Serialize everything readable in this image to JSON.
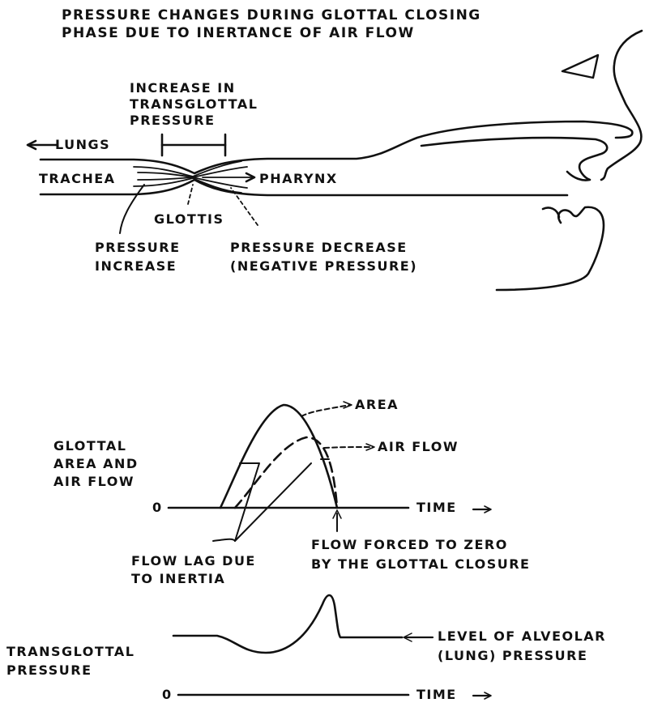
{
  "title": {
    "line1": "PRESSURE CHANGES DURING GLOTTAL CLOSING",
    "line2": "PHASE DUE TO INERTANCE OF AIR FLOW"
  },
  "airway": {
    "increase_line1": "INCREASE IN",
    "increase_line2": "TRANSGLOTTAL",
    "increase_line3": "PRESSURE",
    "lungs": "LUNGS",
    "trachea": "TRACHEA",
    "pharynx": "PHARYNX",
    "glottis": "GLOTTIS",
    "pressure_increase_line1": "PRESSURE",
    "pressure_increase_line2": "INCREASE",
    "pressure_decrease_line1": "PRESSURE DECREASE",
    "pressure_decrease_line2": "(NEGATIVE PRESSURE)"
  },
  "area_plot": {
    "ylabel_line1": "GLOTTAL",
    "ylabel_line2": "AREA AND",
    "ylabel_line3": "AIR FLOW",
    "zero": "0",
    "area": "AREA",
    "air_flow": "AIR FLOW",
    "time": "TIME",
    "flow_lag_line1": "FLOW LAG DUE",
    "flow_lag_line2": "TO INERTIA",
    "flow_forced_line1": "FLOW FORCED TO ZERO",
    "flow_forced_line2": "BY THE GLOTTAL CLOSURE"
  },
  "pressure_plot": {
    "ylabel_line1": "TRANSGLOTTAL",
    "ylabel_line2": "PRESSURE",
    "zero": "0",
    "time": "TIME",
    "level_line1": "LEVEL OF ALVEOLAR",
    "level_line2": "(LUNG) PRESSURE"
  }
}
